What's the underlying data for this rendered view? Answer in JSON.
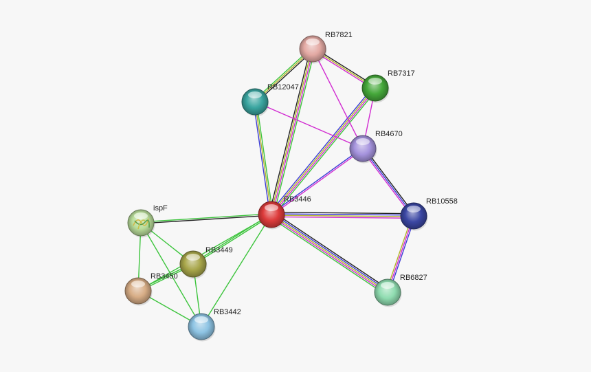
{
  "nodes": [
    {
      "id": "RB3446",
      "label": "RB3446",
      "color": "#dd3b3b"
    },
    {
      "id": "RB7821",
      "label": "RB7821",
      "color": "#e3a9a3"
    },
    {
      "id": "RB7317",
      "label": "RB7317",
      "color": "#45a83a"
    },
    {
      "id": "RB12047",
      "label": "RB12047",
      "color": "#3aa5a0"
    },
    {
      "id": "RB4670",
      "label": "RB4670",
      "color": "#a593dd"
    },
    {
      "id": "RB10558",
      "label": "RB10558",
      "color": "#3b47a3"
    },
    {
      "id": "RB6827",
      "label": "RB6827",
      "color": "#8fdcb0"
    },
    {
      "id": "ispF",
      "label": "ispF",
      "color": "#b9dd9a",
      "icon": "protein-structure-icon"
    },
    {
      "id": "RB3449",
      "label": "RB3449",
      "color": "#a8a64a"
    },
    {
      "id": "RB3450",
      "label": "RB3450",
      "color": "#d7ad86"
    },
    {
      "id": "RB3442",
      "label": "RB3442",
      "color": "#8dc3e3"
    }
  ],
  "edge_colors": {
    "neighborhood": "#3cc43c",
    "fusion": "#d42b2b",
    "cooccurrence": "#3b3bd6",
    "coexpression": "#222222",
    "experiments": "#d12ad1",
    "databases": "#2ab3b3",
    "textmining": "#b3b32a"
  },
  "edges": [
    {
      "source": "RB3446",
      "target": "RB7821",
      "types": [
        "coexpression",
        "textmining",
        "experiments",
        "neighborhood"
      ]
    },
    {
      "source": "RB3446",
      "target": "RB12047",
      "types": [
        "cooccurrence",
        "textmining",
        "neighborhood"
      ]
    },
    {
      "source": "RB3446",
      "target": "RB7317",
      "types": [
        "cooccurrence",
        "textmining",
        "experiments",
        "neighborhood"
      ]
    },
    {
      "source": "RB3446",
      "target": "RB4670",
      "types": [
        "cooccurrence",
        "experiments"
      ]
    },
    {
      "source": "RB3446",
      "target": "RB10558",
      "types": [
        "coexpression",
        "cooccurrence",
        "textmining",
        "experiments"
      ]
    },
    {
      "source": "RB3446",
      "target": "RB6827",
      "types": [
        "coexpression",
        "cooccurrence",
        "textmining",
        "experiments",
        "neighborhood"
      ]
    },
    {
      "source": "RB3446",
      "target": "ispF",
      "types": [
        "coexpression",
        "neighborhood"
      ]
    },
    {
      "source": "RB3446",
      "target": "RB3449",
      "types": [
        "neighborhood",
        "neighborhood"
      ]
    },
    {
      "source": "RB3446",
      "target": "RB3450",
      "types": [
        "neighborhood"
      ]
    },
    {
      "source": "RB3446",
      "target": "RB3442",
      "types": [
        "neighborhood"
      ]
    },
    {
      "source": "RB7821",
      "target": "RB12047",
      "types": [
        "coexpression",
        "textmining",
        "neighborhood"
      ]
    },
    {
      "source": "RB7821",
      "target": "RB7317",
      "types": [
        "coexpression",
        "textmining",
        "experiments"
      ]
    },
    {
      "source": "RB7821",
      "target": "RB4670",
      "types": [
        "experiments"
      ]
    },
    {
      "source": "RB12047",
      "target": "RB4670",
      "types": [
        "experiments"
      ]
    },
    {
      "source": "RB7317",
      "target": "RB4670",
      "types": [
        "experiments"
      ]
    },
    {
      "source": "RB4670",
      "target": "RB10558",
      "types": [
        "coexpression",
        "cooccurrence",
        "experiments"
      ]
    },
    {
      "source": "RB10558",
      "target": "RB6827",
      "types": [
        "cooccurrence",
        "experiments",
        "textmining"
      ]
    },
    {
      "source": "ispF",
      "target": "RB3449",
      "types": [
        "neighborhood"
      ]
    },
    {
      "source": "ispF",
      "target": "RB3450",
      "types": [
        "neighborhood"
      ]
    },
    {
      "source": "ispF",
      "target": "RB3442",
      "types": [
        "neighborhood"
      ]
    },
    {
      "source": "RB3449",
      "target": "RB3450",
      "types": [
        "neighborhood",
        "neighborhood"
      ]
    },
    {
      "source": "RB3449",
      "target": "RB3442",
      "types": [
        "neighborhood"
      ]
    },
    {
      "source": "RB3450",
      "target": "RB3442",
      "types": [
        "neighborhood"
      ]
    }
  ]
}
